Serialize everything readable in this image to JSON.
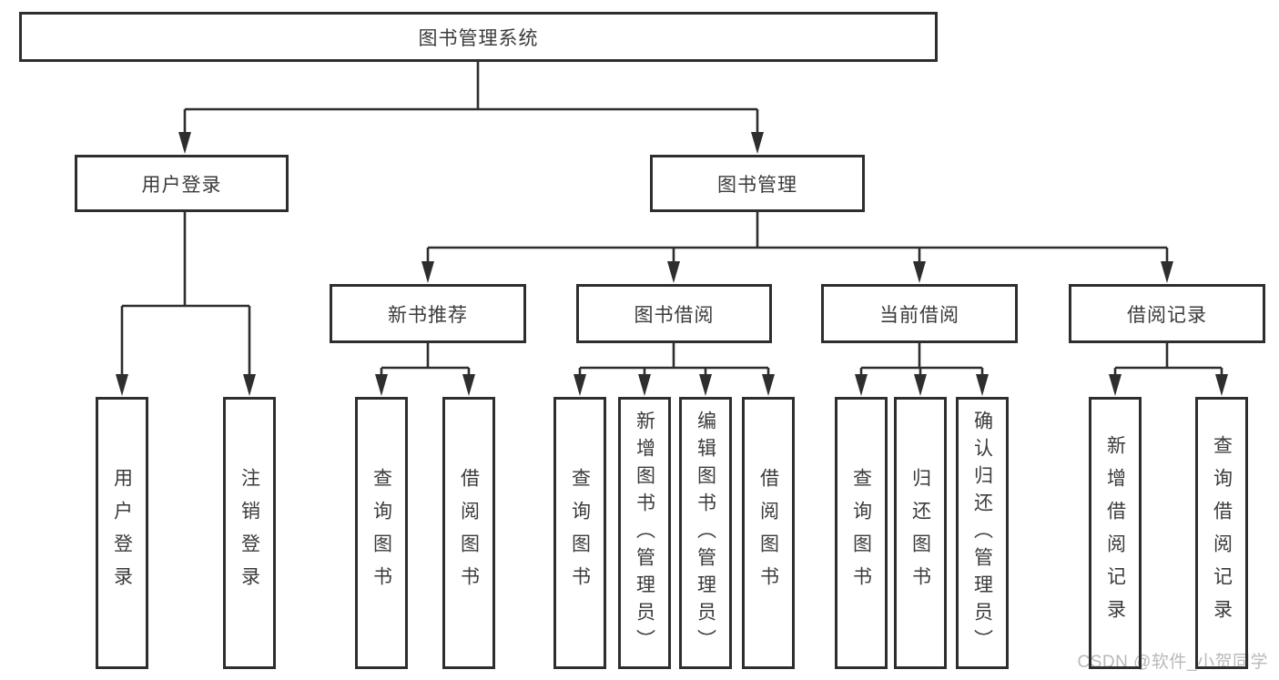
{
  "diagram_title": "图书管理系统",
  "nodes": {
    "root": "图书管理系统",
    "user_login": "用户登录",
    "book_manage": "图书管理",
    "new_book_rec": "新书推荐",
    "book_borrow": "图书借阅",
    "current_borrow": "当前借阅",
    "borrow_record": "借阅记录",
    "user_login_leaf": "用户登录",
    "logout_leaf": "注销登录",
    "rec_query_books": "查询图书",
    "rec_borrow_books": "借阅图书",
    "bb_query_books": "查询图书",
    "bb_add_books": "新增图书（管理员）",
    "bb_edit_books": "编辑图书（管理员）",
    "bb_borrow_books": "借阅图书",
    "cb_query_books": "查询图书",
    "cb_return_books": "归还图书",
    "cb_confirm_return": "确认归还（管理员）",
    "br_add_record": "新增借阅记录",
    "br_query_record": "查询借阅记录"
  },
  "hierarchy": {
    "root": "图书管理系统",
    "children": [
      {
        "label": "用户登录",
        "children": [
          "用户登录",
          "注销登录"
        ]
      },
      {
        "label": "图书管理",
        "children": [
          {
            "label": "新书推荐",
            "children": [
              "查询图书",
              "借阅图书"
            ]
          },
          {
            "label": "图书借阅",
            "children": [
              "查询图书",
              "新增图书（管理员）",
              "编辑图书（管理员）",
              "借阅图书"
            ]
          },
          {
            "label": "当前借阅",
            "children": [
              "查询图书",
              "归还图书",
              "确认归还（管理员）"
            ]
          },
          {
            "label": "借阅记录",
            "children": [
              "新增借阅记录",
              "查询借阅记录"
            ]
          }
        ]
      }
    ]
  },
  "watermark": {
    "text": "CSDN @软件_小贺同学"
  },
  "colors": {
    "line": "#2e2e2e",
    "box_border": "#2e2e2e",
    "text": "#3b3b3b",
    "watermark": "#b9b9b9",
    "background": "#ffffff"
  }
}
